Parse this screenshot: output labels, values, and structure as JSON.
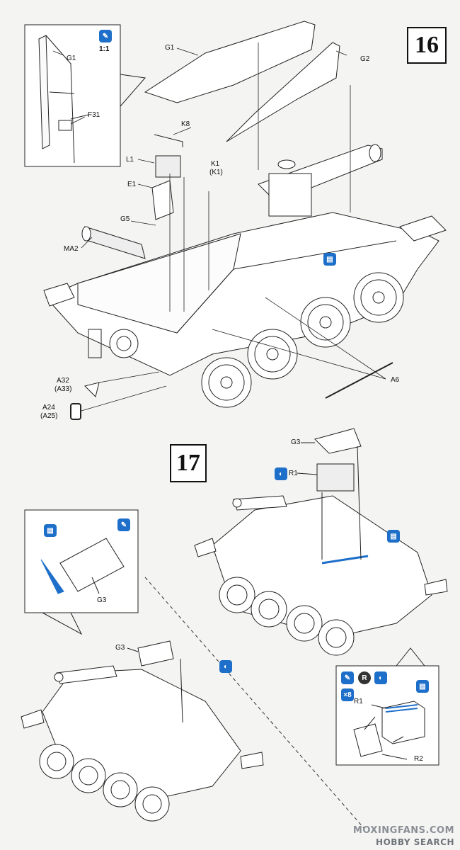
{
  "step16": {
    "number": "16",
    "detail_scale": "1:1",
    "labels": {
      "g1_main": "G1",
      "g2": "G2",
      "k8": "K8",
      "l1": "L1",
      "k1": "K1",
      "k1_alt": "(K1)",
      "e1": "E1",
      "g5": "G5",
      "ma2": "MA2",
      "a32": "A32",
      "a33": "(A33)",
      "a24": "A24",
      "a25": "(A25)",
      "a6": "A6",
      "detail_g1": "G1",
      "detail_f31": "F31"
    }
  },
  "step17": {
    "number": "17",
    "labels": {
      "g3_top": "G3",
      "r1_top": "R1",
      "detail_g3": "G3",
      "g3_lower": "G3",
      "r1_box": "R1",
      "r2_box": "R2"
    },
    "icons": [
      "glue-icon",
      "paint-icon",
      "decal-icon",
      "rotate-icon",
      "quantity-icon"
    ],
    "badge_r": "R",
    "badge_x8": "×8"
  },
  "watermark": {
    "line1": "MOXINGFANS.COM",
    "line2": "HOBBY SEARCH"
  },
  "colors": {
    "accent_blue": "#1e6fc9",
    "line": "#222222"
  }
}
